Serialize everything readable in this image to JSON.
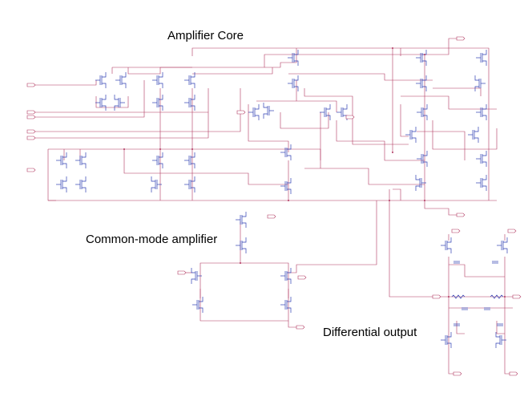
{
  "labels": {
    "amplifier_core": "Amplifier Core",
    "common_mode_amplifier": "Common-mode amplifier",
    "differential_output": "Differential output"
  },
  "colors": {
    "wire": "#b0365f",
    "device": "#2f3fb4",
    "text": "#000000",
    "net_label": "#c0392b"
  }
}
